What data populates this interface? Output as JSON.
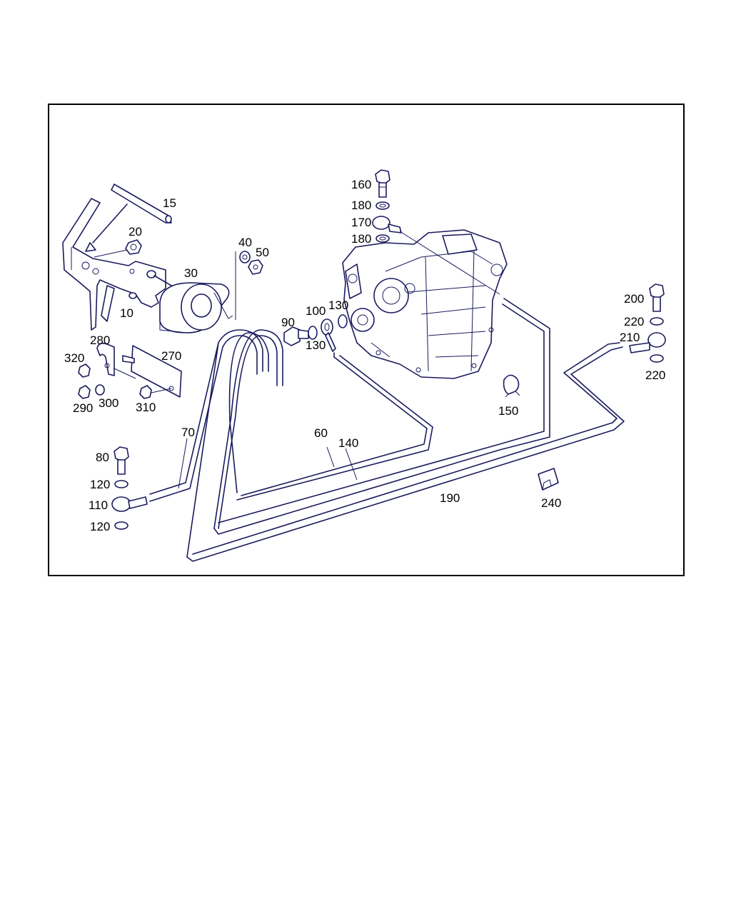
{
  "diagram": {
    "border_color": "#000000",
    "line_color": "#1a1a5e",
    "labels": {
      "l15": "15",
      "l20": "20",
      "l10": "10",
      "l30": "30",
      "l40": "40",
      "l50": "50",
      "l160": "160",
      "l180a": "180",
      "l170": "170",
      "l180b": "180",
      "l90": "90",
      "l100": "100",
      "l130a": "130",
      "l130b": "130",
      "l200": "200",
      "l220a": "220",
      "l210": "210",
      "l220b": "220",
      "l280": "280",
      "l270": "270",
      "l320": "320",
      "l290": "290",
      "l300": "300",
      "l310": "310",
      "l150": "150",
      "l70": "70",
      "l60": "60",
      "l140": "140",
      "l80": "80",
      "l120a": "120",
      "l110": "110",
      "l120b": "120",
      "l190": "190",
      "l240": "240"
    }
  }
}
